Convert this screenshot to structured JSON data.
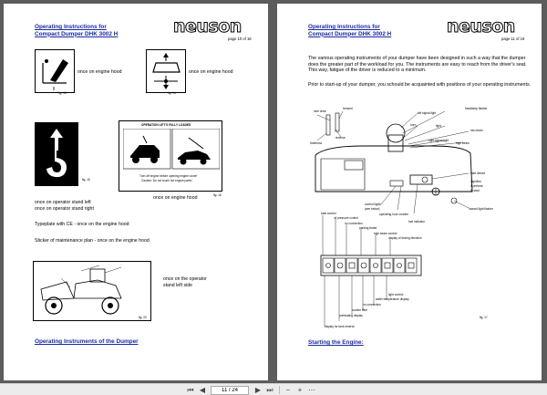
{
  "left_page": {
    "title_line1": "Operating Instructions for",
    "title_line2": "Compact Dumper DHK 3002 H",
    "logo": "neuson",
    "page_number": "page 10 of 18",
    "fig13_label": "fig. 13",
    "fig13_caption": "once on engine hood",
    "fig14_label": "fig. 14",
    "fig14_caption": "once on engine hood",
    "fig15_label": "fig. 15",
    "fig16_label": "fig. 16",
    "warning_header": "OPERATION LIFT'S FULLY LOADED",
    "warning_line1": "Turn off engine before opening engine cover!",
    "warning_line2": "Caution: Do not touch hot engine parts!",
    "fig16_caption": "once on engine hood",
    "stand_left": "once on operator stand left",
    "stand_right": "once on operator stand right",
    "typeplate": "Typeplate with CE - once on the engine hood",
    "sticker": "Sticker of maintenance plan - once on the engine hood",
    "fig20_label": "fig. 20",
    "fig20_caption_line1": "once on the operator",
    "fig20_caption_line2": "stand left side",
    "section_heading": "Operating Instruments of the Dumper"
  },
  "right_page": {
    "title_line1": "Operating Instructions for",
    "title_line2": "Compact Dumper DHK 3002 H",
    "logo": "neuson",
    "page_number": "page 11 of 18",
    "intro_paragraph": "The various operating instruments of your dumper have been designed in such a way that the dumper does the greater part of the workload for you. The instruments are easy to reach from the driver's seat. This way, fatigue of the driver is reduced to a minimum.",
    "prior_paragraph": "Prior to start-up of your dumper, you schould be acquainted with positions of your operating instruments.",
    "labels": {
      "nine_drive": "nine drive",
      "forward": "forward",
      "reverse": "reverse",
      "footthrow": "footthrow",
      "headlamp_flasher": "headlamp flasher",
      "left_signal_light": "left signal light",
      "horn": "horn",
      "light": "light",
      "low_beam": "low beam",
      "right_signal_light": "right signal light",
      "high_beam": "high beam",
      "start_device": "start device",
      "ignition": "I ignition",
      "preheat": "II preheat",
      "start": "III start",
      "hazard": "hazard light flasher",
      "control_lights": "control lights",
      "see_below": "(see below)",
      "operating_hour": "operating hour counter",
      "fuel_indicator": "fuel indicator",
      "load_control": "load control",
      "oil_pressure": "oil pressure control",
      "no_connection_1": "no connection",
      "parking_brake": "parking brake",
      "high_beam_control": "high beam control",
      "display_direction": "display of driving direction",
      "light_control": "light control",
      "water_temp": "water temperature display",
      "no_connection_2": "no connection",
      "suction_filter": "suction filter",
      "preheating_display": "preheating display",
      "tank_reserve": "display for tank reserve"
    },
    "fig17_label": "fig. 17",
    "section_heading": "Starting the Engine:"
  },
  "toolbar": {
    "current_page": "11 / 24"
  },
  "colors": {
    "title_blue": "#1a2aa0",
    "background": "#5c5c5c"
  }
}
